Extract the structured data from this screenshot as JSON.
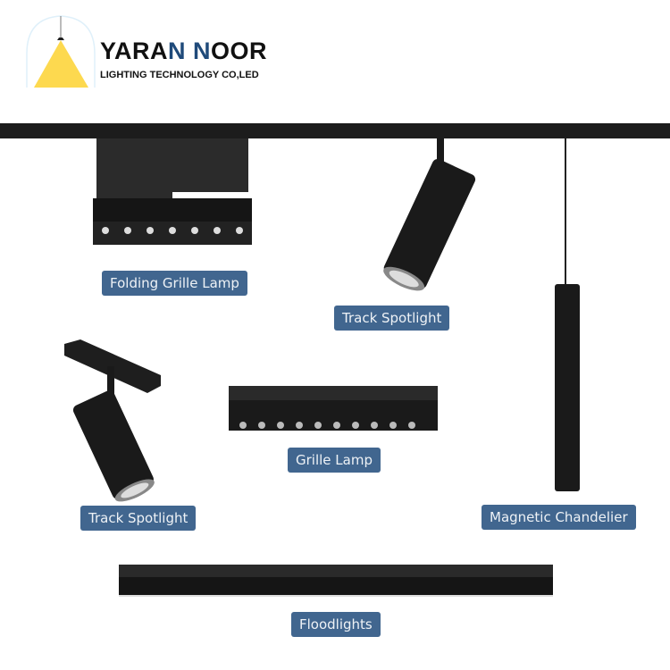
{
  "logo": {
    "name_part1": "YARA",
    "name_part2": "N N",
    "name_part3": "OOR",
    "subtitle": "LIGHTING TECHNOLOGY CO,LED",
    "full_name": "YARAN NOOR"
  },
  "labels": {
    "folding_grille": "Folding Grille Lamp",
    "track_spotlight_1": "Track Spotlight",
    "track_spotlight_2": "Track Spotlight",
    "grille": "Grille Lamp",
    "chandelier": "Magnetic Chandelier",
    "floodlights": "Floodlights"
  },
  "colors": {
    "label_bg": "#41668f",
    "logo_yellow": "#fdd94f",
    "logo_blue": "#1f4a7a",
    "product": "#1a1a1a"
  }
}
